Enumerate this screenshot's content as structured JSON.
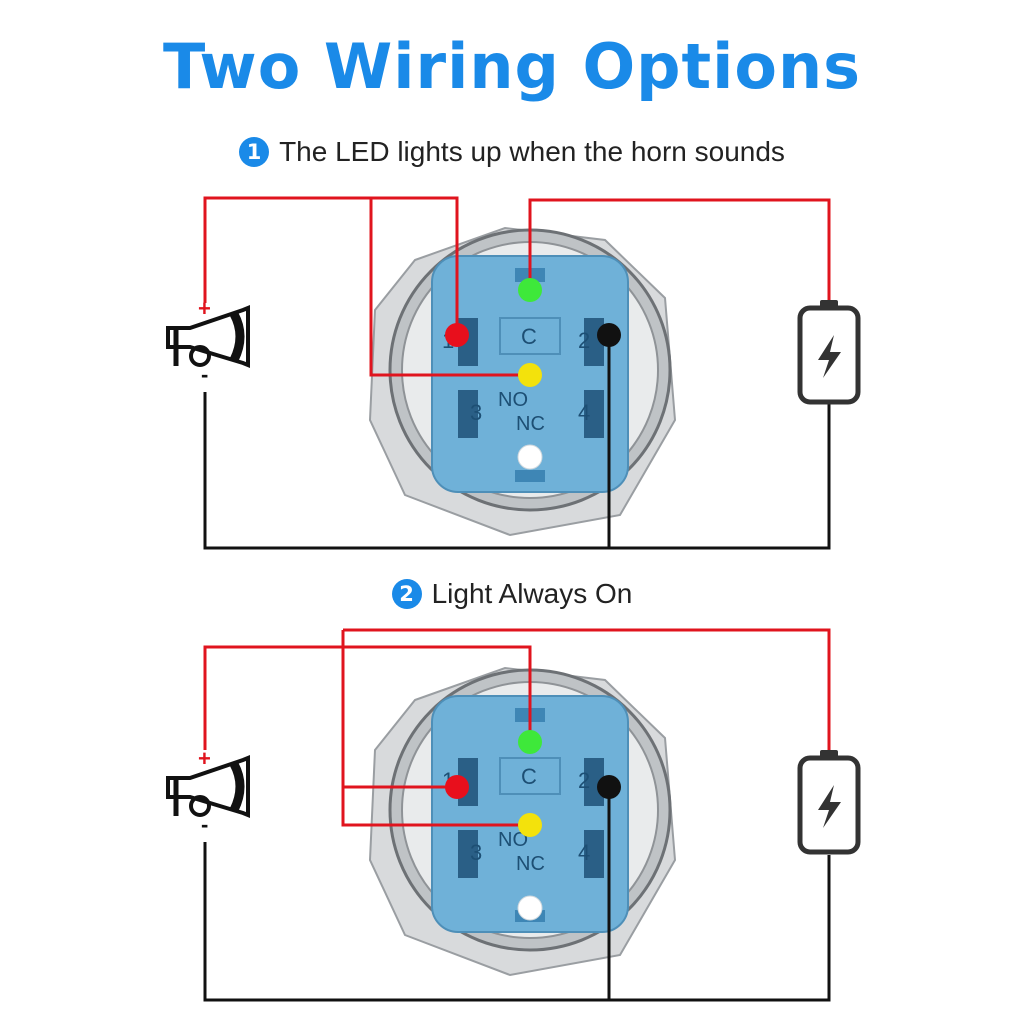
{
  "title": "Two Wiring Options",
  "colors": {
    "title": "#1a8ae8",
    "badge": "#1a8ae8",
    "wire_red": "#e0141e",
    "wire_black": "#111111",
    "switch_base": "#6fb1d8",
    "led_green": "#3ee83a",
    "led_yellow": "#f3e20c",
    "led_red": "#e80f1c",
    "led_black": "#111111",
    "led_white": "#ffffff"
  },
  "options": [
    {
      "number": "1",
      "heading": "The LED lights up when the horn sounds",
      "horn": {
        "plus": "+",
        "minus": "-",
        "icon": "horn-icon"
      },
      "battery": {
        "icon": "battery-bolt-icon"
      },
      "switch": {
        "pins": [
          "1",
          "2",
          "3",
          "4"
        ],
        "label_c": "C",
        "label_no": "NO",
        "label_nc": "NC"
      }
    },
    {
      "number": "2",
      "heading": "Light Always On",
      "horn": {
        "plus": "+",
        "minus": "-",
        "icon": "horn-icon"
      },
      "battery": {
        "icon": "battery-bolt-icon"
      },
      "switch": {
        "pins": [
          "1",
          "2",
          "3",
          "4"
        ],
        "label_c": "C",
        "label_no": "NO",
        "label_nc": "NC"
      }
    }
  ]
}
